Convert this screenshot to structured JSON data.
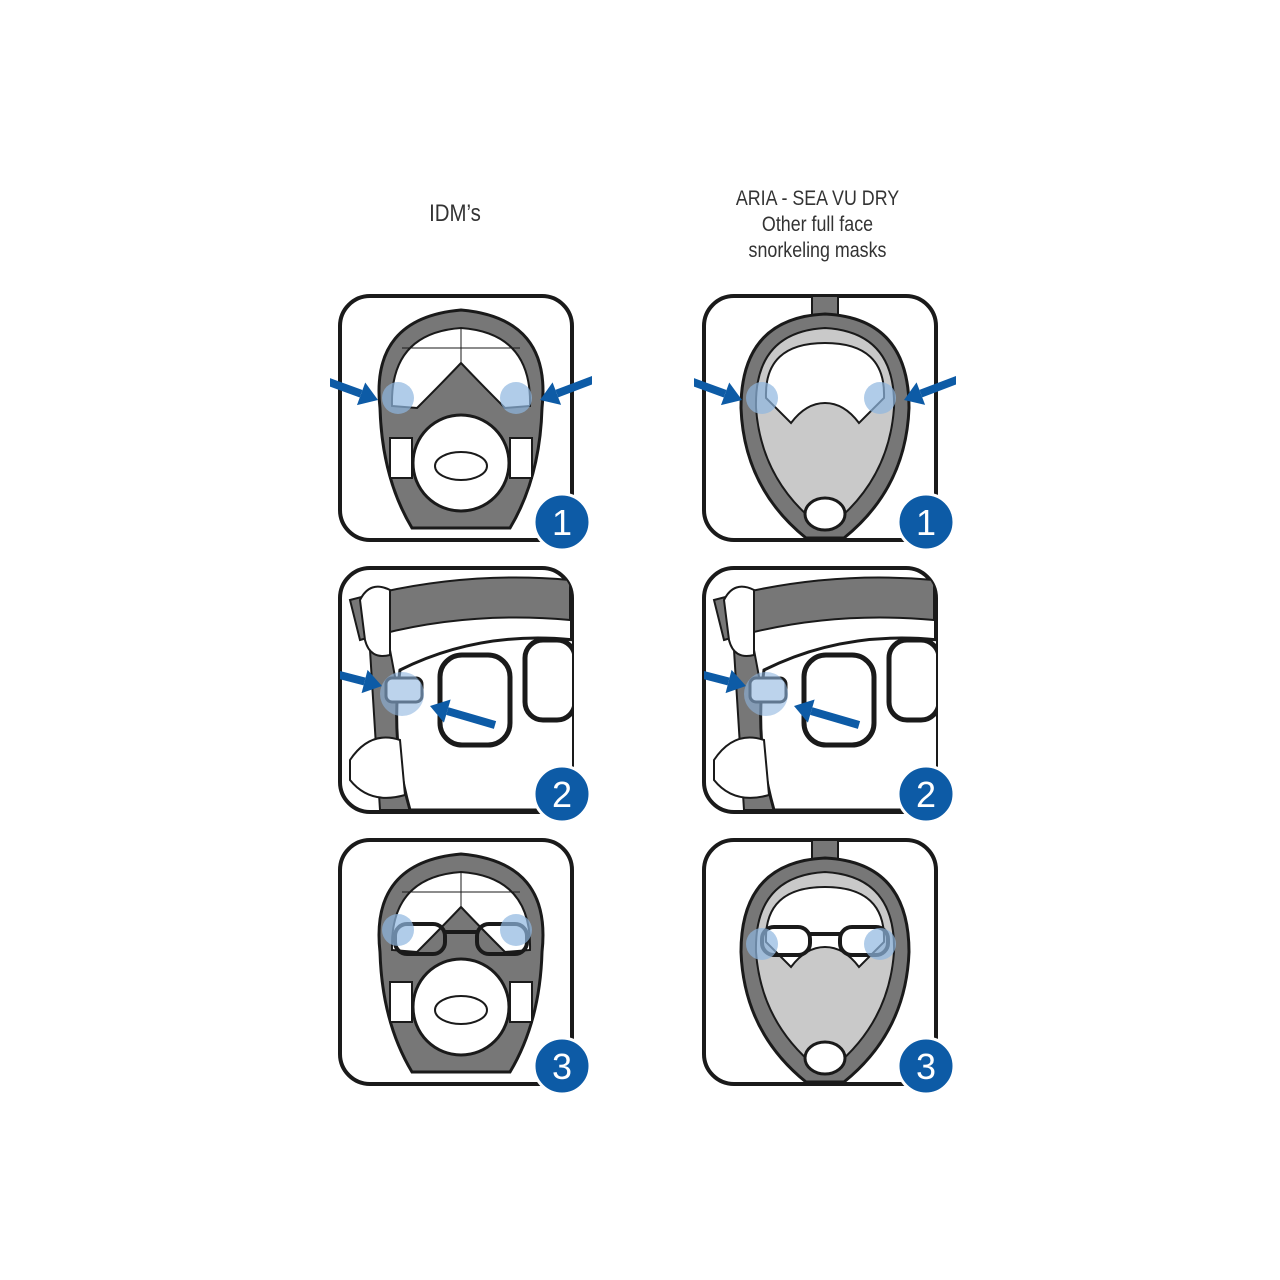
{
  "headers": {
    "left": "IDM’s",
    "right": [
      "ARIA - SEA VU DRY",
      "Other full face",
      "snorkeling masks"
    ]
  },
  "columns": [
    {
      "mask": "idm",
      "steps": [
        "1",
        "2",
        "3"
      ]
    },
    {
      "mask": "aria",
      "steps": [
        "1",
        "2",
        "3"
      ]
    }
  ],
  "colors": {
    "accent": "#0d5ba6",
    "highlight": "#8fb6e0",
    "mask_gray": "#777777",
    "light_gray": "#c9c9c9",
    "outline": "#1a1a1a"
  }
}
